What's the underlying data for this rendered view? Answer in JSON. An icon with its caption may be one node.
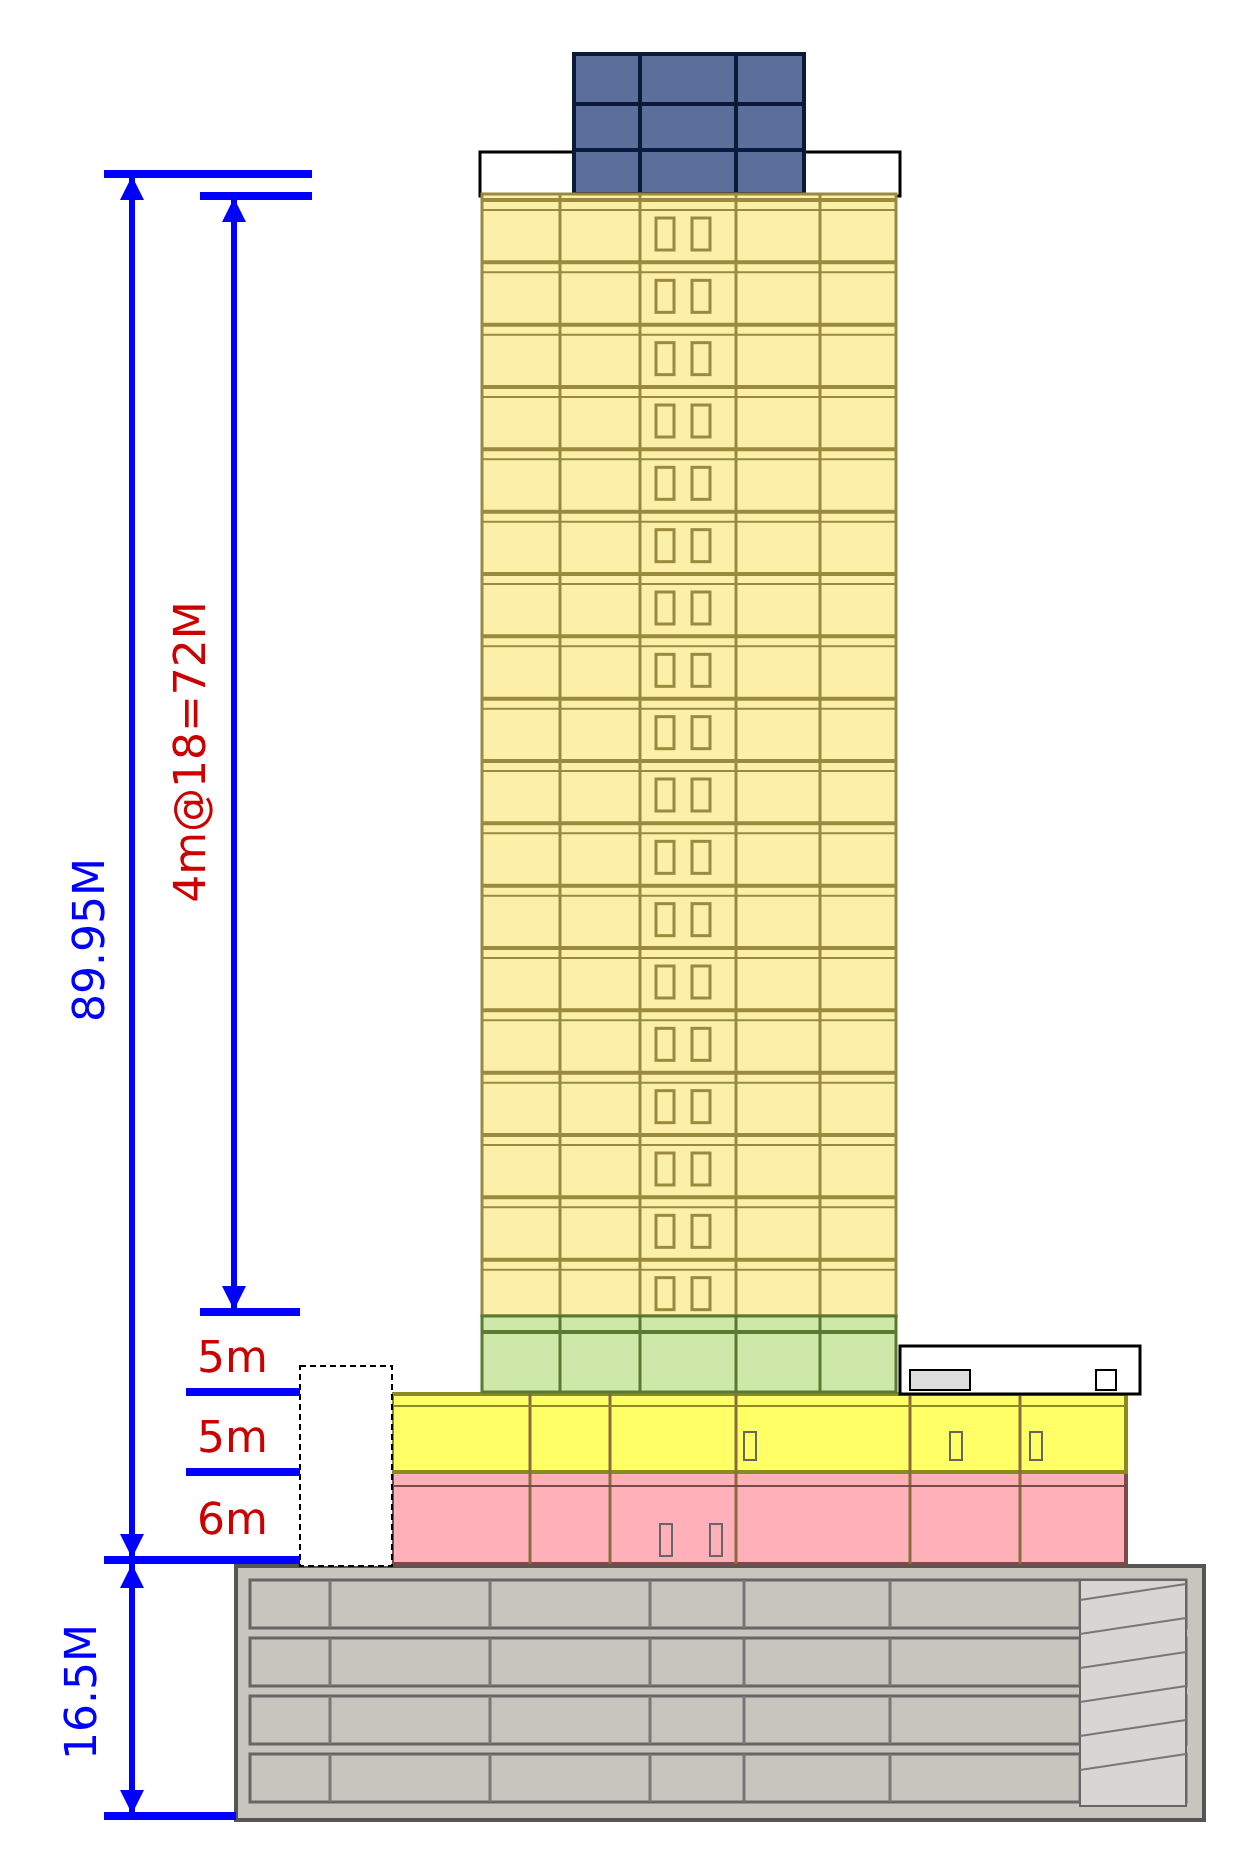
{
  "diagram": {
    "labels": [
      "89.95M",
      "4m@18=72M",
      "5m",
      "5m",
      "6m",
      "16.5M"
    ]
  }
}
